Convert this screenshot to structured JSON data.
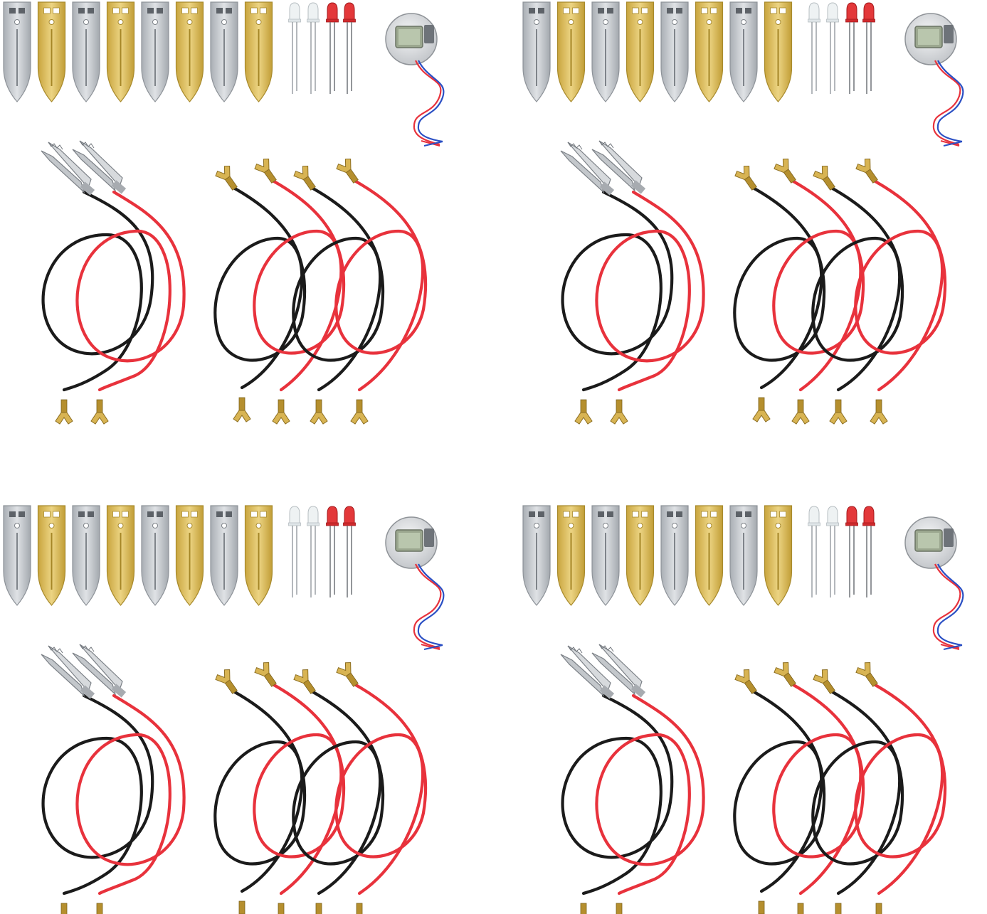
{
  "scene": {
    "description_visible_text": [],
    "kit_count": 4,
    "kit_contents": {
      "zinc_electrodes": 4,
      "copper_electrodes": 4,
      "white_leds": 2,
      "red_leds": 2,
      "lcd_clock_module": 1,
      "alligator_leads": 2,
      "fork_terminal_leads": 4
    },
    "colors": {
      "background": "#ffffff",
      "zinc": "#c9ccd0",
      "zinc_edge": "#8e9399",
      "copper": "#d9bb55",
      "copper_edge": "#a88a2c",
      "wire_red": "#e8323c",
      "wire_black": "#1b1b1b",
      "terminal_gold": "#c9a23a",
      "led_red": "#e3383a",
      "led_clear": "#eef2f3",
      "lcd_glass": "#b9c6ad",
      "clock_body": "#e4e6e8",
      "wire_blue": "#2a4fc4"
    }
  }
}
